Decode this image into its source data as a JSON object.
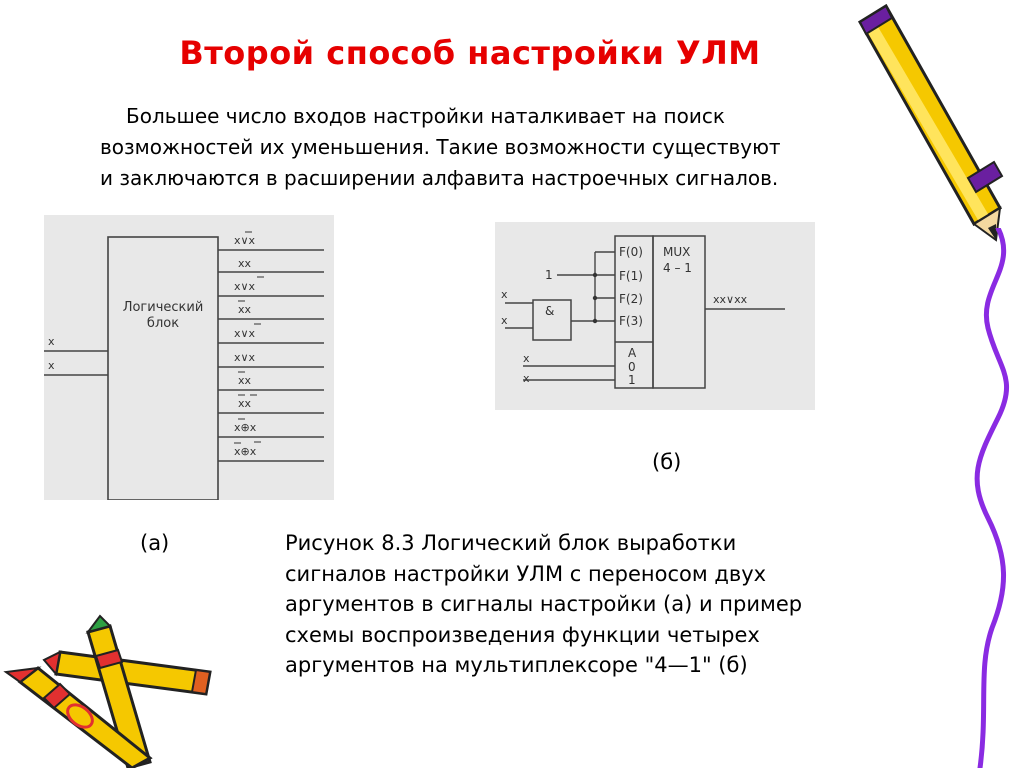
{
  "title": "Второй способ настройки УЛМ",
  "intro": [
    "Большее число входов настройки наталкивает на поиск",
    "возможностей их уменьшения. Такие возможности существуют",
    "и заключаются в расширении алфавита настроечных сигналов."
  ],
  "figure_a": {
    "block_label_line1": "Логический",
    "block_label_line2": "блок",
    "inputs": [
      "x",
      "x"
    ],
    "outputs": [
      "x∨x",
      "xx",
      "x∨x",
      "xx",
      "x∨x",
      "x∨x",
      "xx",
      "xx",
      "x⊕x",
      "x⊕x"
    ],
    "label": "(а)"
  },
  "figure_b": {
    "mux_title": "MUX",
    "mux_subtitle": "4 – 1",
    "data_inputs": [
      "F(0)",
      "F(1)",
      "F(2)",
      "F(3)"
    ],
    "address_title": "A",
    "address_bits": [
      "0",
      "1"
    ],
    "and_gate": "&",
    "const_one": "1",
    "inputs": [
      "x",
      "x",
      "x",
      "x"
    ],
    "output": "xx∨xx",
    "label": "(б)"
  },
  "caption": [
    "Рисунок 8.3 Логический блок выработки",
    "сигналов настройки УЛМ с переносом двух",
    "аргументов в сигналы настройки (а) и пример",
    "схемы воспроизведения функции четырех",
    "аргументов на мультиплексоре \"4—1\" (б)"
  ],
  "colors": {
    "title": "#e60000",
    "figure_background": "#e8e8e8",
    "pencil_body": "#f5c800",
    "pencil_stripe": "#6a1fa0",
    "squiggle": "#8a2be2"
  }
}
